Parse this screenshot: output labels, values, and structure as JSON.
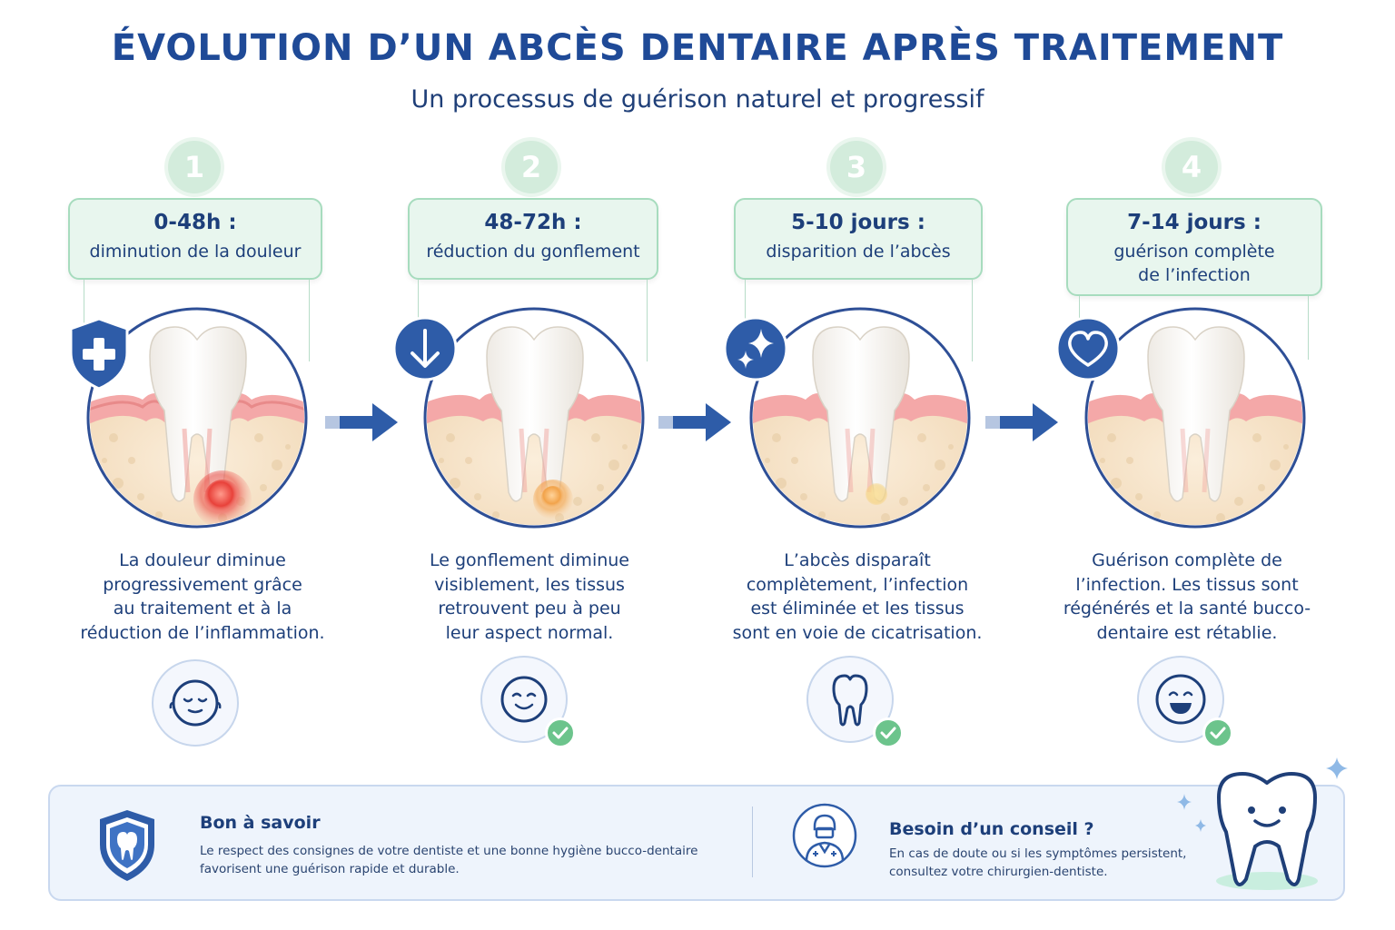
{
  "header": {
    "title": "ÉVOLUTION D’UN ABCÈS DENTAIRE APRÈS TRAITEMENT",
    "subtitle": "Un processus de guérison naturel et progressif"
  },
  "steps": [
    {
      "number": "1",
      "time": "0-48h :",
      "label_lines": [
        "diminution de la douleur"
      ],
      "stage_icon": "shield-plus-icon",
      "abscess": "large-red",
      "desc_lines": [
        "La douleur diminue",
        "progressivement grâce",
        "au traitement et à la",
        "réduction de l’inflammation."
      ],
      "face_icon": "calm-face-icon",
      "checked": false
    },
    {
      "number": "2",
      "time": "48-72h :",
      "label_lines": [
        "réduction du gonflement"
      ],
      "stage_icon": "down-arrow-icon",
      "abscess": "small-orange",
      "desc_lines": [
        "Le gonflement diminue",
        "visiblement, les tissus",
        "retrouvent peu à peu",
        "leur aspect normal."
      ],
      "face_icon": "smiling-face-icon",
      "checked": true
    },
    {
      "number": "3",
      "time": "5-10 jours :",
      "label_lines": [
        "disparition de l’abcès"
      ],
      "stage_icon": "sparkle-icon",
      "abscess": "faint-yellow",
      "desc_lines": [
        "L’abcès disparaît",
        "complètement, l’infection",
        "est éliminée et les tissus",
        "sont en voie de cicatrisation."
      ],
      "face_icon": "tooth-icon",
      "checked": true
    },
    {
      "number": "4",
      "time": "7-14 jours :",
      "label_lines": [
        "guérison complète",
        "de l’infection"
      ],
      "stage_icon": "heart-icon",
      "abscess": "none",
      "desc_lines": [
        "Guérison complète de",
        "l’infection. Les tissus sont",
        "régénérés et la santé bucco-",
        "dentaire est rétablie."
      ],
      "face_icon": "happy-face-icon",
      "checked": true
    }
  ],
  "info": {
    "left": {
      "title": "Bon à savoir",
      "lines": [
        "Le respect des consignes de votre dentiste et une bonne hygiène bucco-dentaire",
        "favorisent une guérison rapide et durable."
      ],
      "icon": "shield-tooth-icon"
    },
    "right": {
      "title": "Besoin d’un conseil ?",
      "lines": [
        "En cas de doute ou si les symptômes persistent,",
        "consultez votre chirurgien-dentiste."
      ],
      "icon": "dentist-icon"
    },
    "mascot": "tooth-mascot-icon"
  },
  "colors": {
    "title": "#1f4a97",
    "text": "#1d3f7a",
    "mint": "#e8f6ee",
    "mint_border": "#a7dcbe",
    "accent_blue": "#2e5ca8",
    "gum": "#f4a8a8",
    "bone": "#f6e3c8",
    "abscess_red": "#e8413a",
    "abscess_orange": "#f2a34a",
    "abscess_yellow": "#f6d27a",
    "check_green": "#6cc48c"
  }
}
